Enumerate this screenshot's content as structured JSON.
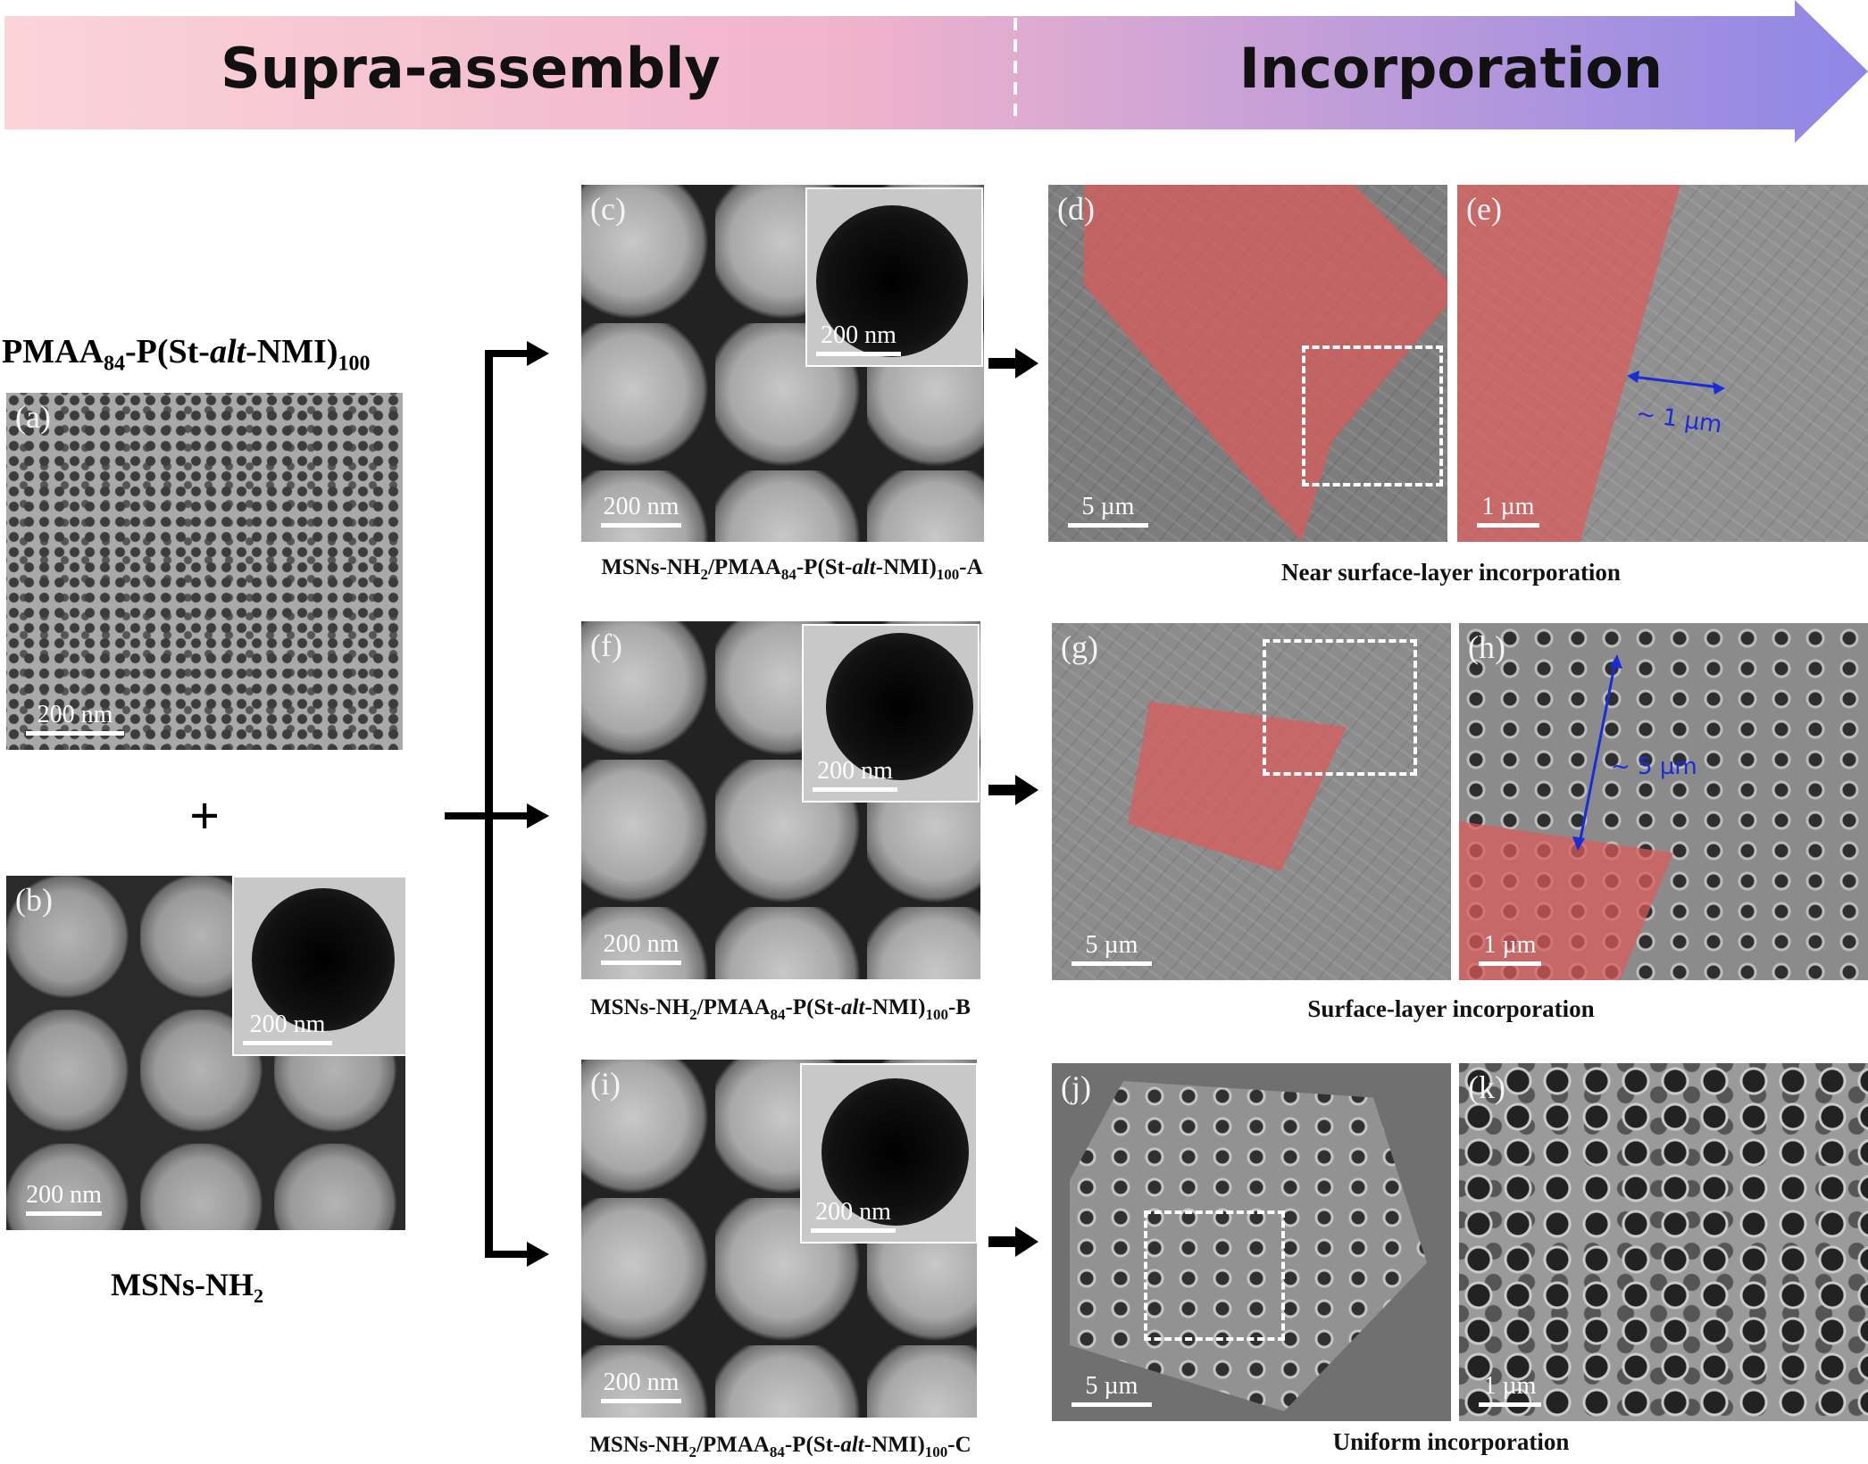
{
  "banner": {
    "left": "Supra-assembly",
    "right": "Incorporation"
  },
  "left": {
    "title_main": "PMAA",
    "title_sub1": "84",
    "title_mid": "-P(St-",
    "title_ital": "alt",
    "title_end": "-NMI)",
    "title_sub2": "100",
    "plus": "+",
    "bottom_main": "MSNs-NH",
    "bottom_sub": "2"
  },
  "panels": {
    "a": {
      "label": "(a)",
      "scale": "200 nm"
    },
    "b": {
      "label": "(b)",
      "scale": "200 nm",
      "inset_scale": "200 nm"
    },
    "c": {
      "label": "(c)",
      "scale": "200 nm",
      "inset_scale": "200 nm"
    },
    "d": {
      "label": "(d)",
      "scale": "5 µm"
    },
    "e": {
      "label": "(e)",
      "scale": "1 µm",
      "annotation": "~ 1 µm"
    },
    "f": {
      "label": "(f)",
      "scale": "200 nm",
      "inset_scale": "200 nm"
    },
    "g": {
      "label": "(g)",
      "scale": "5 µm"
    },
    "h": {
      "label": "(h)",
      "scale": "1 µm",
      "annotation": "~ 5 µm"
    },
    "i": {
      "label": "(i)",
      "scale": "200 nm",
      "inset_scale": "200 nm"
    },
    "j": {
      "label": "(j)",
      "scale": "5 µm"
    },
    "k": {
      "label": "(k)",
      "scale": "1 µm"
    }
  },
  "captions": {
    "prefix": "MSNs-NH",
    "s1": "2",
    "mid1": "/PMAA",
    "s2": "84",
    "mid2": "-P(St-",
    "ital": "alt",
    "mid3": "-NMI)",
    "s3": "100",
    "suffix_a": "-A",
    "suffix_b": "-B",
    "suffix_c": "-C",
    "row1": "Near surface-layer incorporation",
    "row2": "Surface-layer incorporation",
    "row3": "Uniform incorporation"
  },
  "colors": {
    "overlay": "#dc5a5a",
    "annotation": "#1a2bd8"
  }
}
